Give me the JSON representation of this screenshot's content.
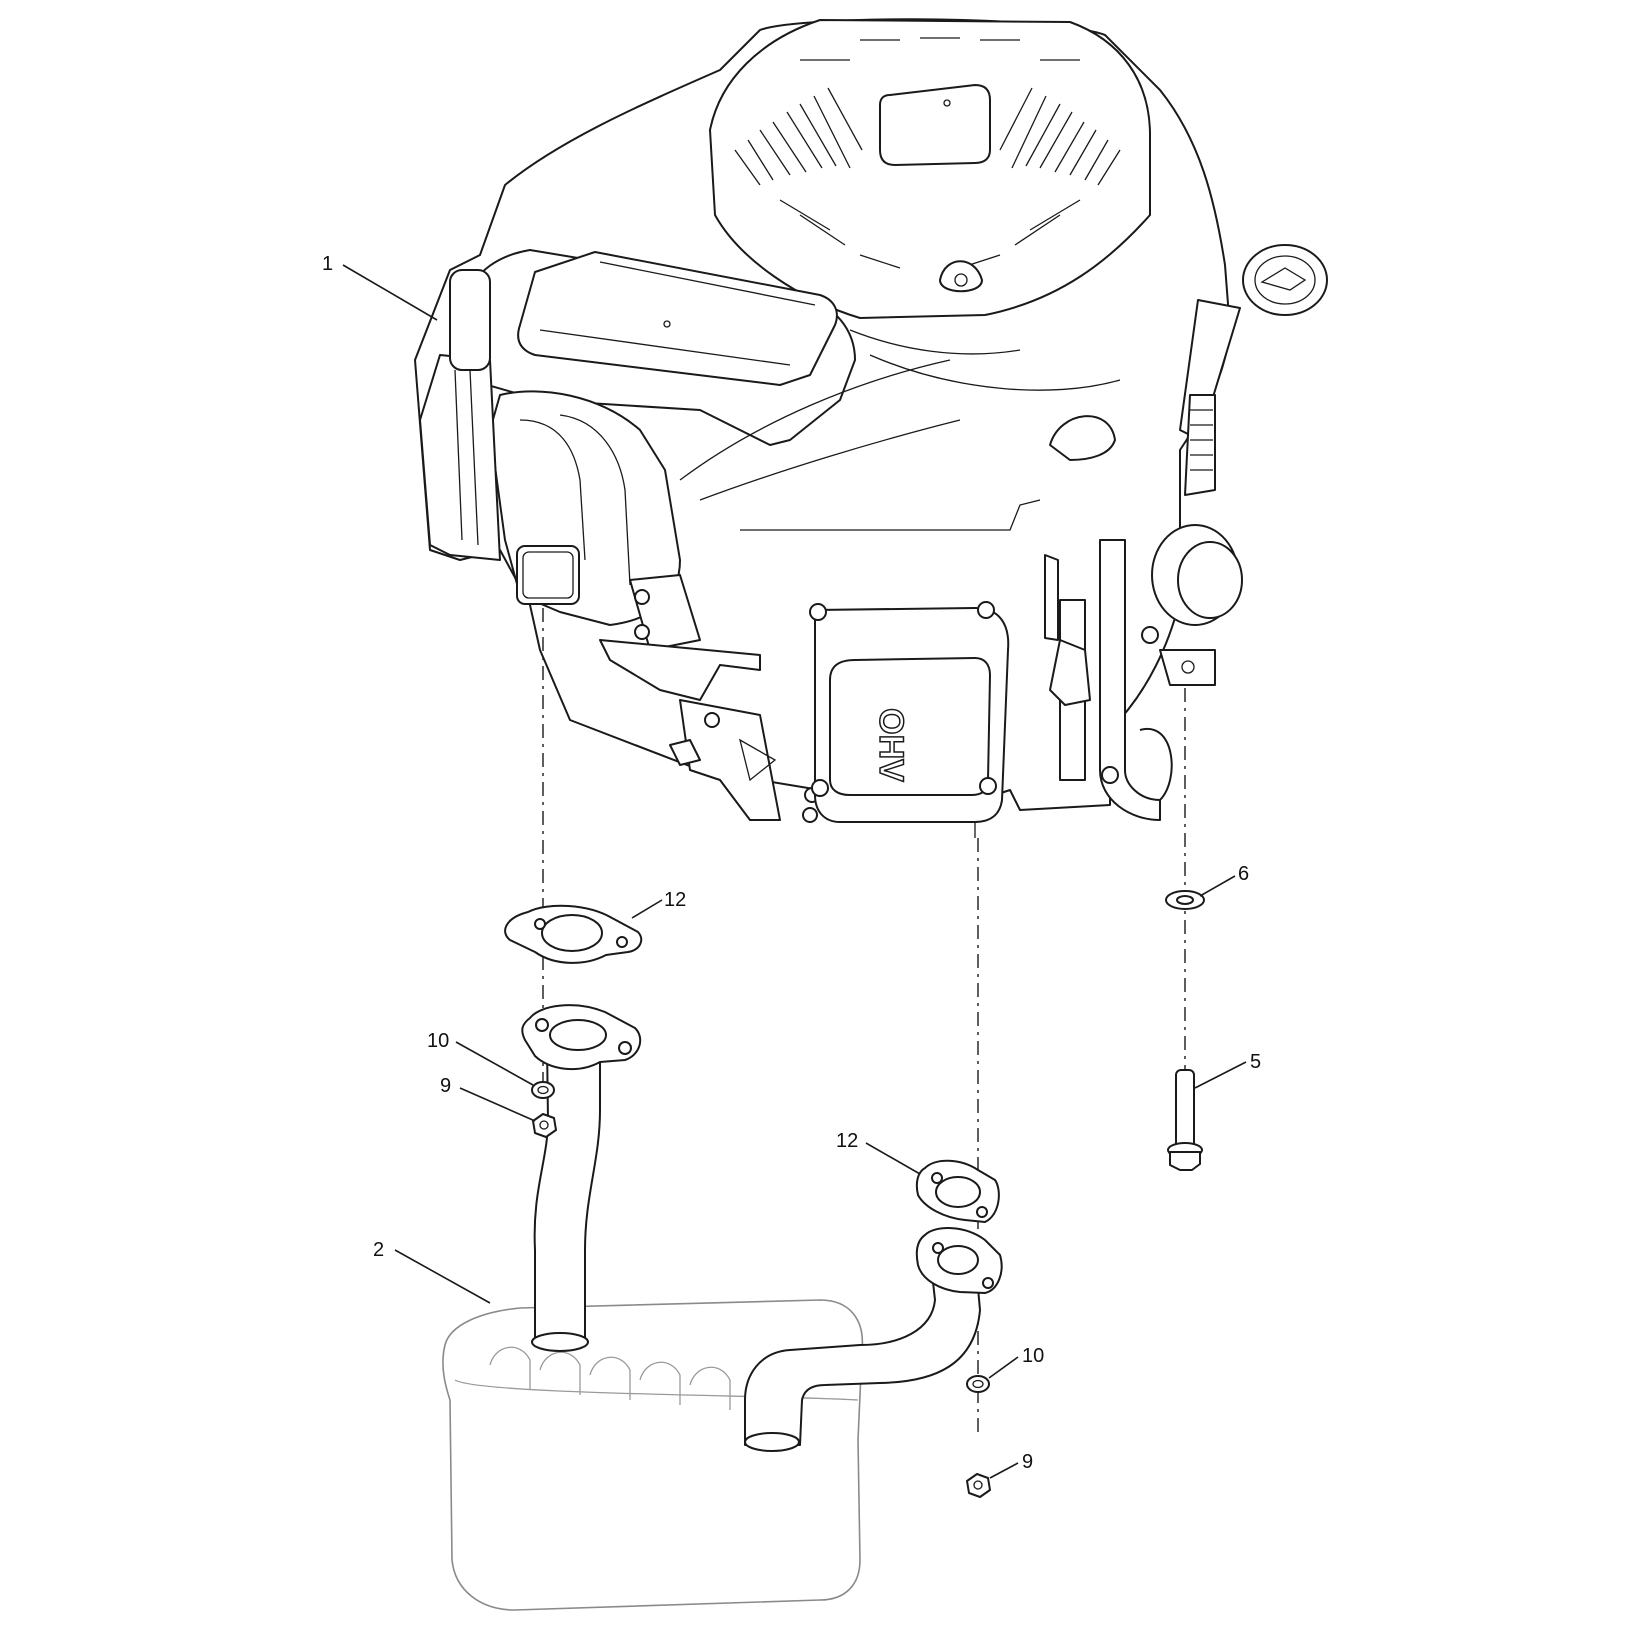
{
  "diagram": {
    "engine_badge": "OHV",
    "callouts": [
      {
        "id": "c1",
        "label": "1"
      },
      {
        "id": "c2",
        "label": "2"
      },
      {
        "id": "c5",
        "label": "5"
      },
      {
        "id": "c6",
        "label": "6"
      },
      {
        "id": "c9a",
        "label": "9"
      },
      {
        "id": "c9b",
        "label": "9"
      },
      {
        "id": "c10a",
        "label": "10"
      },
      {
        "id": "c10b",
        "label": "10"
      },
      {
        "id": "c12a",
        "label": "12"
      },
      {
        "id": "c12b",
        "label": "12"
      }
    ]
  }
}
